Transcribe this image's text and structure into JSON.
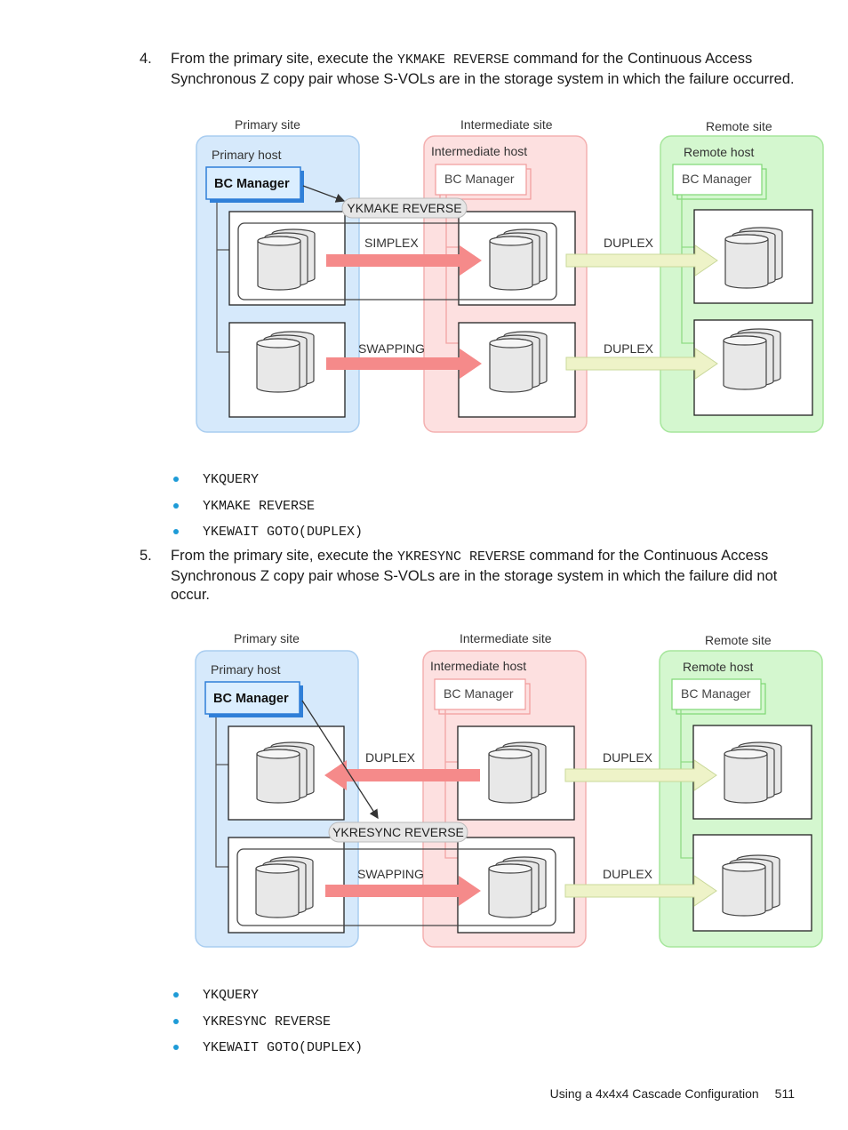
{
  "step4": {
    "number": "4.",
    "pre": "From the primary site, execute the ",
    "command": "YKMAKE REVERSE",
    "post": " command for the Continuous Access Synchronous Z copy pair whose S-VOLs are in the storage system in which the failure occurred."
  },
  "diagram1": {
    "primary_site": "Primary site",
    "intermediate_site": "Intermediate site",
    "remote_site": "Remote site",
    "primary_host": "Primary host",
    "intermediate_host": "Intermediate host",
    "remote_host": "Remote host",
    "bc_manager": "BC Manager",
    "command_label": "YKMAKE REVERSE",
    "top_arrow_label": "SIMPLEX",
    "bottom_arrow_label": "SWAPPING",
    "top_right_label": "DUPLEX",
    "bottom_right_label": "DUPLEX"
  },
  "bullets1": [
    "YKQUERY",
    "YKMAKE REVERSE",
    "YKEWAIT GOTO(DUPLEX)"
  ],
  "step5": {
    "number": "5.",
    "pre": "From the primary site, execute the ",
    "command": "YKRESYNC REVERSE",
    "post": " command for the Continuous Access Synchronous Z copy pair whose S-VOLs are in the storage system in which the failure did not occur."
  },
  "diagram2": {
    "primary_site": "Primary site",
    "intermediate_site": "Intermediate site",
    "remote_site": "Remote site",
    "primary_host": "Primary host",
    "intermediate_host": "Intermediate host",
    "remote_host": "Remote host",
    "bc_manager": "BC Manager",
    "command_label": "YKRESYNC REVERSE",
    "top_arrow_label": "DUPLEX",
    "bottom_arrow_label": "SWAPPING",
    "top_right_label": "DUPLEX",
    "bottom_right_label": "DUPLEX"
  },
  "bullets2": [
    "YKQUERY",
    "YKRESYNC REVERSE",
    "YKEWAIT GOTO(DUPLEX)"
  ],
  "footer": {
    "title": "Using a 4x4x4 Cascade Configuration",
    "page": "511"
  }
}
